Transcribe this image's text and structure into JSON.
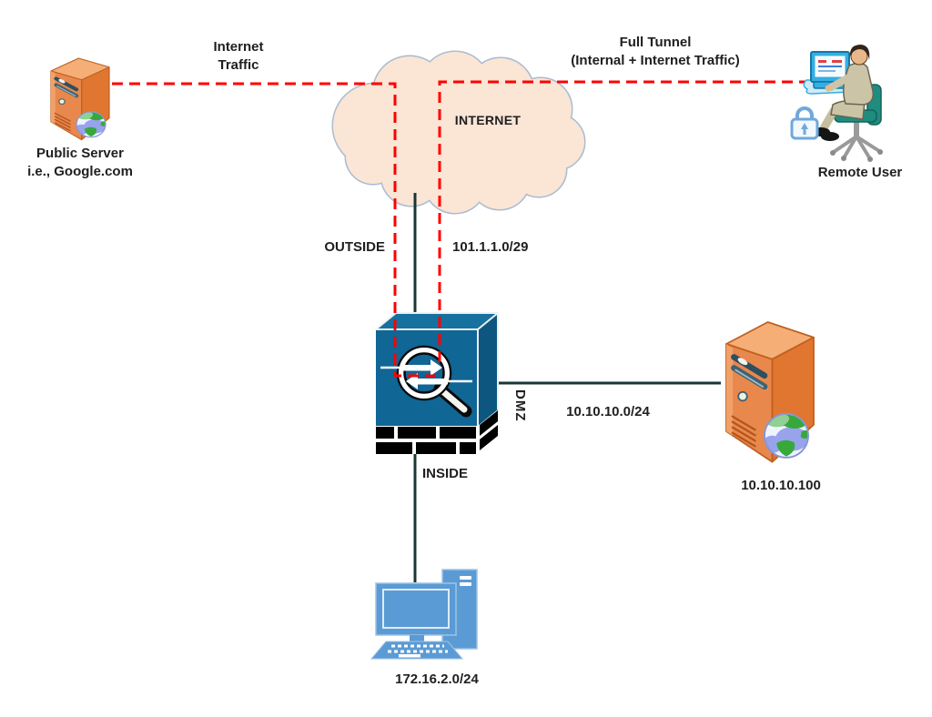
{
  "nodes": {
    "public_server": {
      "name": "Public Server\ni.e., Google.com"
    },
    "internet": {
      "name": "INTERNET"
    },
    "remote_user": {
      "name": "Remote User"
    },
    "dmz_server": {
      "ip": "10.10.10.100"
    },
    "inside_host": {
      "subnet": "172.16.2.0/24"
    }
  },
  "flows": {
    "internet_traffic": "Internet\nTraffic",
    "full_tunnel": "Full Tunnel\n(Internal + Internet Traffic)"
  },
  "interfaces": {
    "outside": {
      "name": "OUTSIDE",
      "subnet": "101.1.1.0/29"
    },
    "dmz": {
      "name": "DMZ",
      "subnet": "10.10.10.0/24"
    },
    "inside": {
      "name": "INSIDE"
    }
  },
  "icons": {
    "public_server": "server-tower-with-globe",
    "dmz_server": "server-tower-with-globe",
    "internet": "cloud",
    "firewall": "asa-firewall-brick-magnifier",
    "inside_host": "desktop-computer",
    "remote_user": "person-at-computer",
    "vpn": "padlock"
  },
  "colors": {
    "tunnel_red": "#FF0000",
    "link_teal": "#173734",
    "cloud_fill": "#FBE5D4",
    "cloud_stroke": "#A9BCD2",
    "firewall_front": "#106695",
    "firewall_side": "#0D567F",
    "firewall_top": "#17719F",
    "brick_black": "#000000",
    "server_orange": "#E0762F",
    "server_left": "#E8884C",
    "server_top": "#F5AF76",
    "server_outline": "#C06020",
    "pc_blue": "#5B9BD5",
    "chair_teal": "#1F8C80",
    "lock_blue": "#6FA8DC",
    "text": "#1F1F1F"
  }
}
